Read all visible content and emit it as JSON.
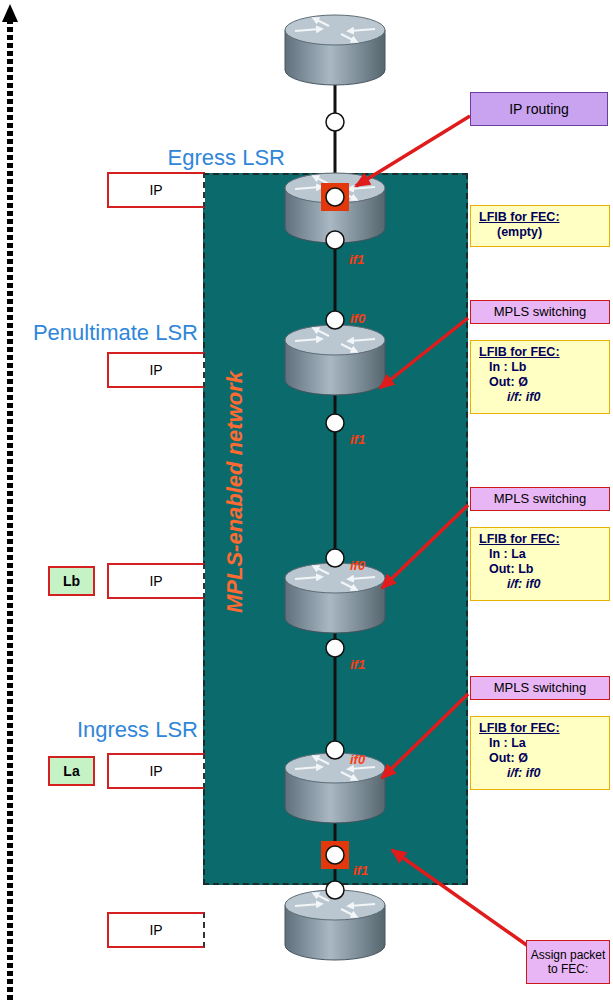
{
  "diagram": {
    "nodes": [
      {
        "text": [
          "IP routing"
        ]
      },
      {
        "text": [
          "MPLS-enabled network"
        ]
      },
      {
        "text": [
          "IP"
        ]
      },
      {
        "text": [
          "LFIB for FEC:",
          "(empty)"
        ]
      },
      {
        "text": [
          "MPLS switching"
        ]
      },
      {
        "text": [
          "LFIB for FEC:",
          "In : Lb",
          "Out: Ø",
          "i/f: if0"
        ]
      },
      {
        "text": [
          "IP"
        ]
      },
      {
        "text": [
          "MPLS switching"
        ]
      },
      {
        "text": [
          "LFIB for FEC:",
          "In : La",
          "Out: Lb",
          "i/f: if0"
        ]
      },
      {
        "text": [
          "Lb"
        ]
      },
      {
        "text": [
          "IP"
        ]
      },
      {
        "text": [
          "MPLS switching"
        ]
      },
      {
        "text": [
          "LFIB for FEC:",
          "In : La",
          "Out: Ø",
          "i/f: if0"
        ]
      },
      {
        "text": [
          "La"
        ]
      },
      {
        "text": [
          "IP"
        ]
      },
      {
        "text": [
          "IP"
        ]
      },
      {
        "text": [
          "Assign packet to FEC:"
        ]
      }
    ],
    "labels": [
      "Egress LSR",
      "if1",
      "if0",
      "Penultimate LSR",
      "if1",
      "if0",
      "if1",
      "Ingress LSR",
      "if0",
      "if1"
    ]
  }
}
